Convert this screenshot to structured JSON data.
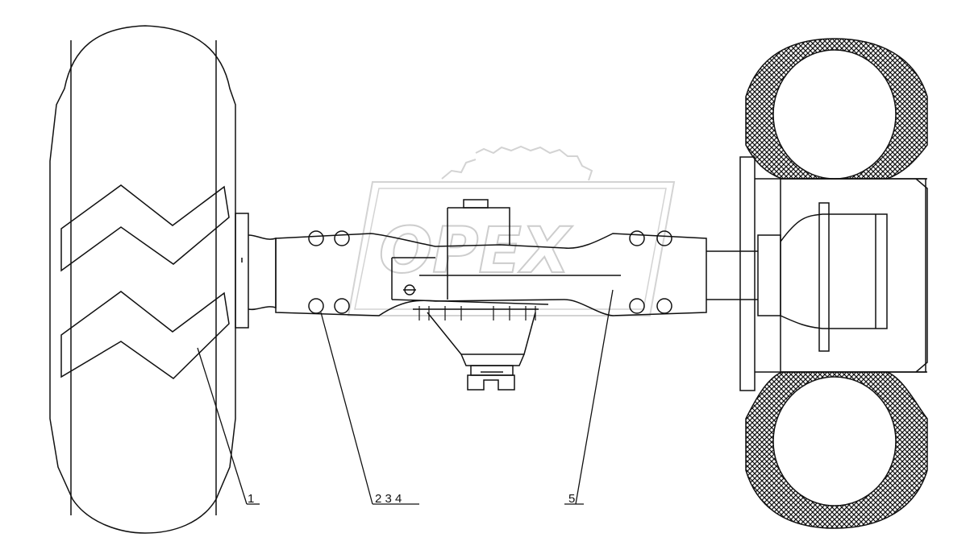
{
  "diagram": {
    "callouts": [
      {
        "id": "1",
        "label": "1"
      },
      {
        "id": "2-3-4",
        "label": "2 3 4"
      },
      {
        "id": "5",
        "label": "5"
      }
    ],
    "watermark": {
      "text": "OPEX"
    }
  }
}
